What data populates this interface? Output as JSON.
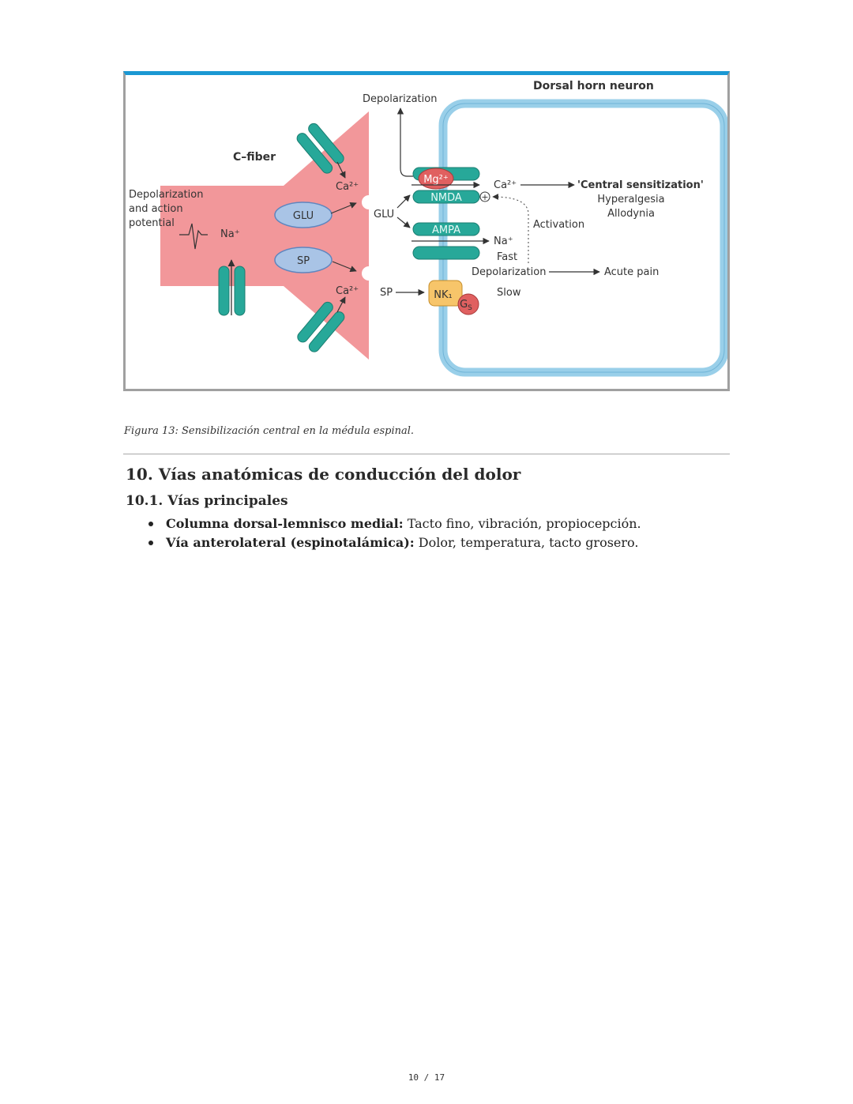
{
  "figure": {
    "labels": {
      "dorsal_horn_neuron": "Dorsal horn neuron",
      "depolarization_top": "Depolarization",
      "c_fiber": "C–fiber",
      "depolarization_action_1": "Depolarization",
      "depolarization_action_2": "and action",
      "depolarization_action_3": "potential",
      "na_left": "Na⁺",
      "ca_top": "Ca²⁺",
      "ca_bottom": "Ca²⁺",
      "glu_vesicle": "GLU",
      "sp_vesicle": "SP",
      "glu_released": "GLU",
      "sp_released": "SP",
      "mg": "Mg²⁺",
      "nmda": "NMDA",
      "ampa": "AMPA",
      "nk1": "NK₁",
      "gs": "G",
      "gs_sub": "S",
      "ca_right": "Ca²⁺",
      "central_sensitization": "'Central sensitization'",
      "hyperalgesia": "Hyperalgesia",
      "allodynia": "Allodynia",
      "activation": "Activation",
      "na_right": "Na⁺",
      "fast": "Fast",
      "depolarization_right": "Depolarization",
      "acute_pain": "Acute pain",
      "slow": "Slow",
      "plus": "+"
    }
  },
  "caption": "Figura 13: Sensibilización central en la médula espinal.",
  "section": {
    "heading": "10. Vías anatómicas de conducción del dolor",
    "subheading": "10.1. Vías principales",
    "items": [
      {
        "term": "Columna dorsal-lemnisco medial:",
        "desc": " Tacto fino, vibración, propiocepción."
      },
      {
        "term": "Vía anterolateral (espinotalámica):",
        "desc": " Dolor, temperatura, tacto grosero."
      }
    ]
  },
  "page_number": "10 / 17",
  "colors": {
    "fiber_pink": "#f2979a",
    "membrane_blue": "#99cfe9",
    "channel_teal": "#27a899",
    "vesicle_blue": "#a9c4e6",
    "mg_red": "#e06060",
    "nk1_yellow": "#f7c56a",
    "accent_blue": "#1b98d3"
  }
}
